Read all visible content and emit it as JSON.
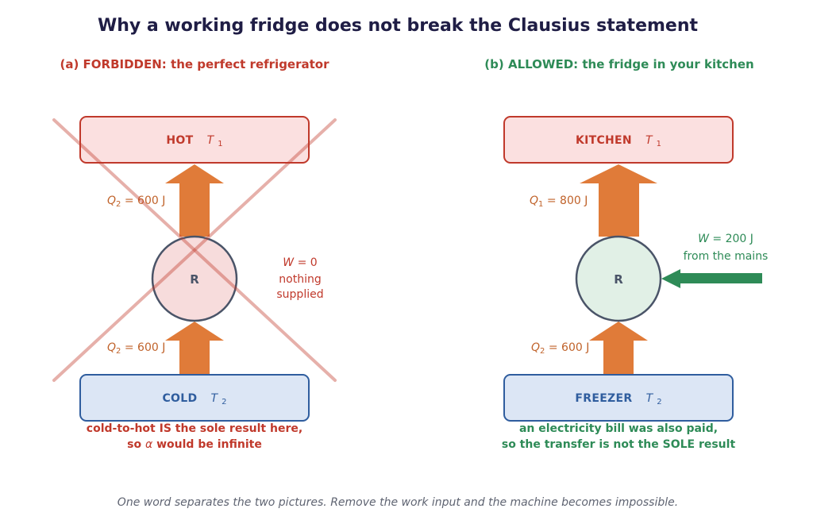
{
  "title": "Why a working fridge does not break the Clausius statement",
  "colors": {
    "forbidden": "#c0392b",
    "allowed": "#2e8b57",
    "heat_arrow": "#e07b39",
    "hot_fill": "#fbe0e0",
    "cold_fill": "#dce6f5",
    "cold_stroke": "#2f5d9e"
  },
  "panel_a": {
    "heading": "(a) FORBIDDEN: the perfect refrigerator",
    "top_reservoir": {
      "label": "HOT",
      "temp_symbol": "T",
      "temp_sub": "1"
    },
    "bottom_reservoir": {
      "label": "COLD",
      "temp_symbol": "T",
      "temp_sub": "2"
    },
    "device_label": "R",
    "top_heat": {
      "q": "Q",
      "sub": "2",
      "value": " = 600 J"
    },
    "bottom_heat": {
      "q": "Q",
      "sub": "2",
      "value": " = 600 J"
    },
    "work": {
      "symbol": "W",
      "value": " = 0",
      "line2": "nothing",
      "line3": "supplied"
    },
    "note_line1": "cold-to-hot IS the sole result here,",
    "note_line2_pre": "so ",
    "note_line2_symbol": "α",
    "note_line2_post": " would be infinite",
    "cross_icon": "x-cross-icon"
  },
  "panel_b": {
    "heading": "(b) ALLOWED: the fridge in your kitchen",
    "top_reservoir": {
      "label": "KITCHEN",
      "temp_symbol": "T",
      "temp_sub": "1"
    },
    "bottom_reservoir": {
      "label": "FREEZER",
      "temp_symbol": "T",
      "temp_sub": "2"
    },
    "device_label": "R",
    "top_heat": {
      "q": "Q",
      "sub": "1",
      "value": " = 800 J"
    },
    "bottom_heat": {
      "q": "Q",
      "sub": "2",
      "value": " = 600 J"
    },
    "work": {
      "symbol": "W",
      "value": " = 200 J",
      "line2": "from the mains"
    },
    "note_line1": "an electricity bill was also paid,",
    "note_line2": "so the transfer is not the SOLE result"
  },
  "footer": "One word separates the two pictures. Remove the work input and the machine becomes impossible."
}
